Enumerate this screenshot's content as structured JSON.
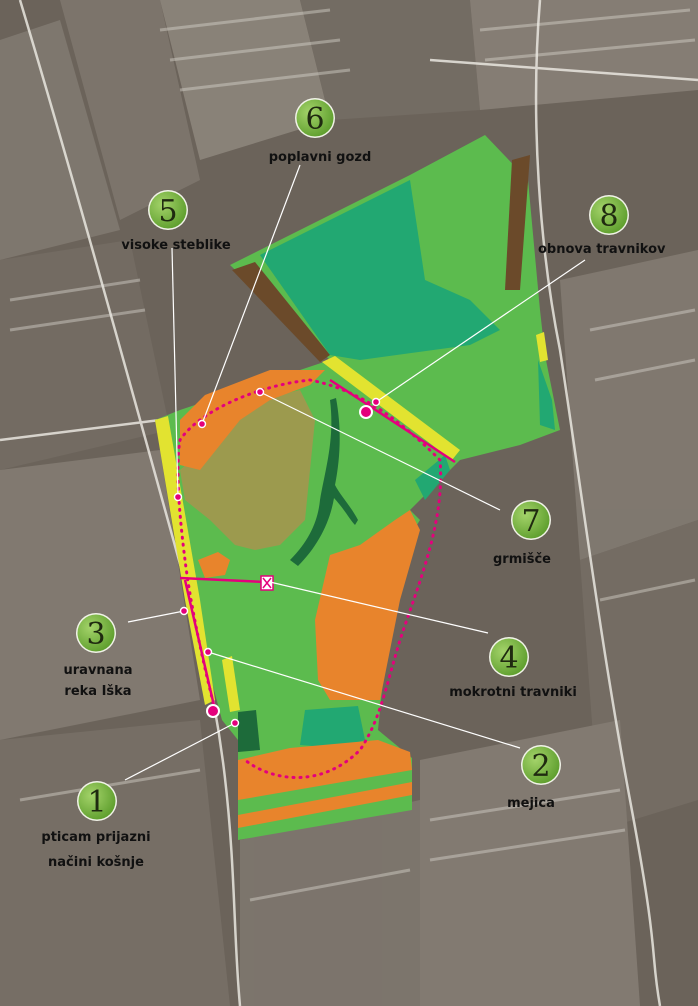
{
  "colors": {
    "grassland": "#5cbb4e",
    "dark_grassland": "#22a872",
    "meadow_orange": "#e8842c",
    "scrub_olive": "#9c9a4e",
    "hedge_yellow": "#e2e330",
    "forest_dark": "#1d6b3a",
    "brown_strip": "#6b4a2a",
    "trail_pink": "#e4007c",
    "marker_green": "#76b33f",
    "background_aerial": "#6b635a"
  },
  "markers": [
    {
      "number": "1",
      "label_lines": [
        "pticam prijazni",
        "načini košnje"
      ]
    },
    {
      "number": "2",
      "label_lines": [
        "mejica"
      ]
    },
    {
      "number": "3",
      "label_lines": [
        "uravnana",
        "reka Iška"
      ]
    },
    {
      "number": "4",
      "label_lines": [
        "mokrotni travniki"
      ]
    },
    {
      "number": "5",
      "label_lines": [
        "visoke steblike"
      ]
    },
    {
      "number": "6",
      "label_lines": [
        "poplavni gozd"
      ]
    },
    {
      "number": "7",
      "label_lines": [
        "grmišče"
      ]
    },
    {
      "number": "8",
      "label_lines": [
        "obnova travnikov"
      ]
    }
  ],
  "icons": {
    "observation_point": "observation-tower-icon"
  }
}
